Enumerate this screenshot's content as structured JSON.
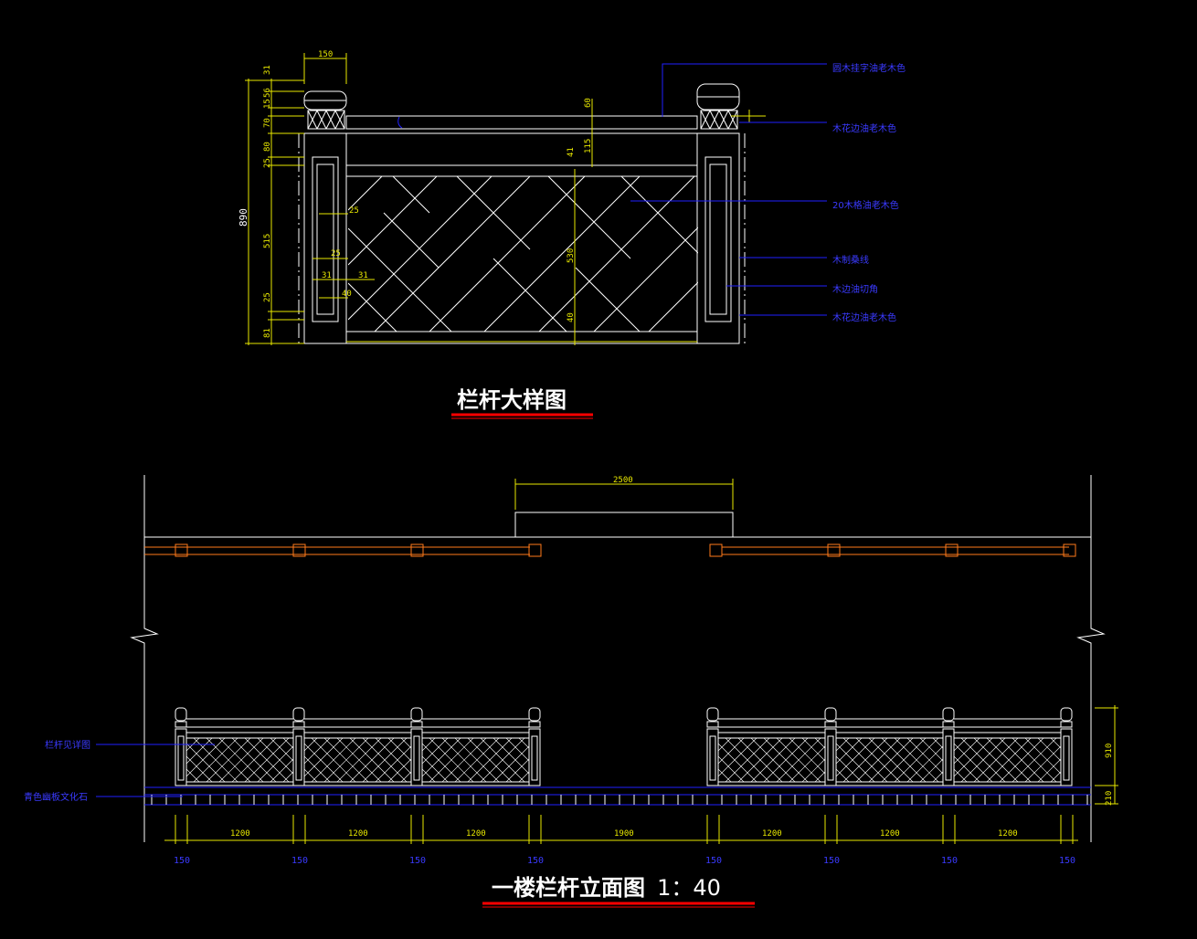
{
  "detail": {
    "title": "栏杆大样图",
    "top_width_label": "150",
    "vertical_dims": [
      "31",
      "56",
      "15",
      "70",
      "80",
      "25",
      "515",
      "25",
      "81"
    ],
    "total_height": "890",
    "inner_dims": [
      "60",
      "115",
      "41",
      "530",
      "40"
    ],
    "left_small_dims": [
      "25",
      "25",
      "31",
      "31",
      "40"
    ],
    "notes": [
      "圆木挂字油老木色",
      "木花边油老木色",
      "20木格油老木色",
      "木制桑线",
      "木边油切角",
      "木花边油老木色"
    ]
  },
  "elevation": {
    "title": "一楼栏杆立面图",
    "scale": "1：40",
    "top_dim": "2500",
    "bottom_dims": [
      "1200",
      "1200",
      "1200",
      "1900",
      "1200",
      "1200",
      "1200"
    ],
    "post_dims": [
      "150",
      "150",
      "150",
      "150",
      "150",
      "150",
      "150",
      "150"
    ],
    "right_dims": [
      "910",
      "210"
    ],
    "notes": [
      "栏杆见详图",
      "青色幽板文化石"
    ]
  },
  "colors": {
    "line": "#ffffff",
    "dimension": "#e8e800",
    "note": "#3a3aff",
    "beam": "#ff7a1a",
    "underline": "#ff0000"
  }
}
